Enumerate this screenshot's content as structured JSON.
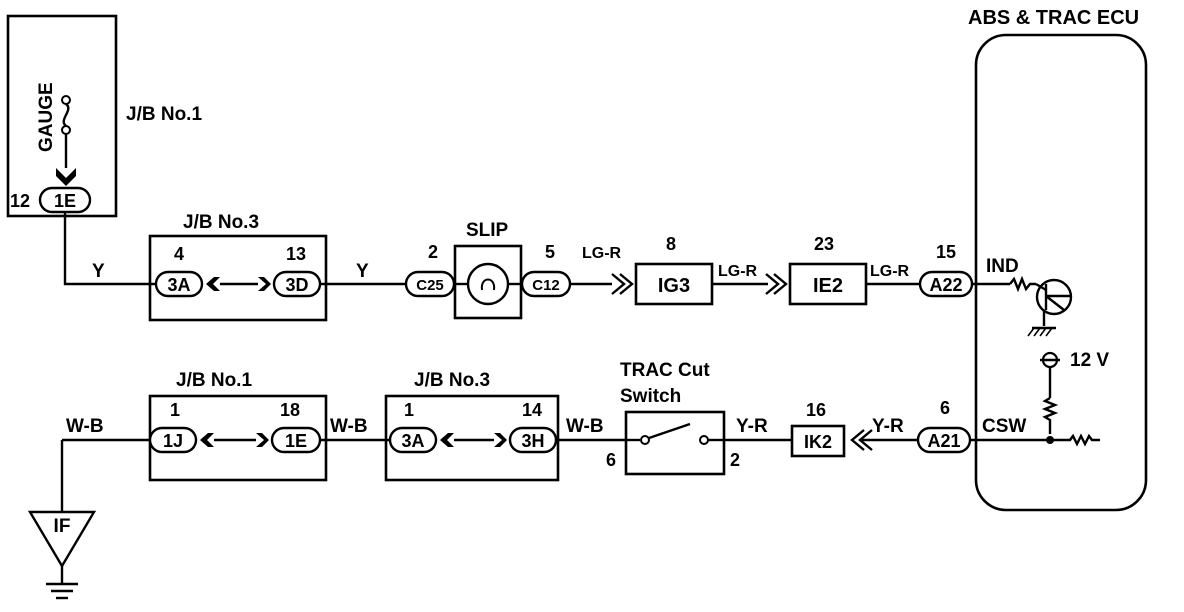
{
  "ecu": {
    "title": "ABS & TRAC ECU"
  },
  "gauge": {
    "name": "GAUGE",
    "jb": "J/B No.1",
    "pin": "12",
    "connector": "1E"
  },
  "jb3_top": {
    "title": "J/B No.3",
    "left_pin": "4",
    "left_conn": "3A",
    "right_pin": "13",
    "right_conn": "3D"
  },
  "slip": {
    "title": "SLIP",
    "left_pin": "2",
    "left_conn": "C25",
    "right_pin": "5",
    "right_conn": "C12"
  },
  "ig3": {
    "pin": "8",
    "conn": "IG3"
  },
  "ie2": {
    "pin": "23",
    "conn": "IE2"
  },
  "a22": {
    "pin": "15",
    "conn": "A22",
    "signal": "IND"
  },
  "wires": {
    "y1": "Y",
    "y2": "Y",
    "lgr1": "LG-R",
    "lgr2": "LG-R",
    "lgr3": "LG-R",
    "wb1": "W-B",
    "wb2": "W-B",
    "wb3": "W-B",
    "yr1": "Y-R",
    "yr2": "Y-R"
  },
  "jb1_bottom": {
    "title": "J/B No.1",
    "left_pin": "1",
    "left_conn": "1J",
    "right_pin": "18",
    "right_conn": "1E"
  },
  "jb3_bottom": {
    "title": "J/B No.3",
    "left_pin": "1",
    "left_conn": "3A",
    "right_pin": "14",
    "right_conn": "3H"
  },
  "trac_switch": {
    "title_line1": "TRAC Cut",
    "title_line2": "Switch",
    "left_pin": "6",
    "right_pin": "2"
  },
  "ik2": {
    "pin": "16",
    "conn": "IK2"
  },
  "a21": {
    "pin": "6",
    "conn": "A21",
    "signal": "CSW"
  },
  "supply": {
    "label": "12 V"
  },
  "ground": {
    "label": "IF"
  }
}
